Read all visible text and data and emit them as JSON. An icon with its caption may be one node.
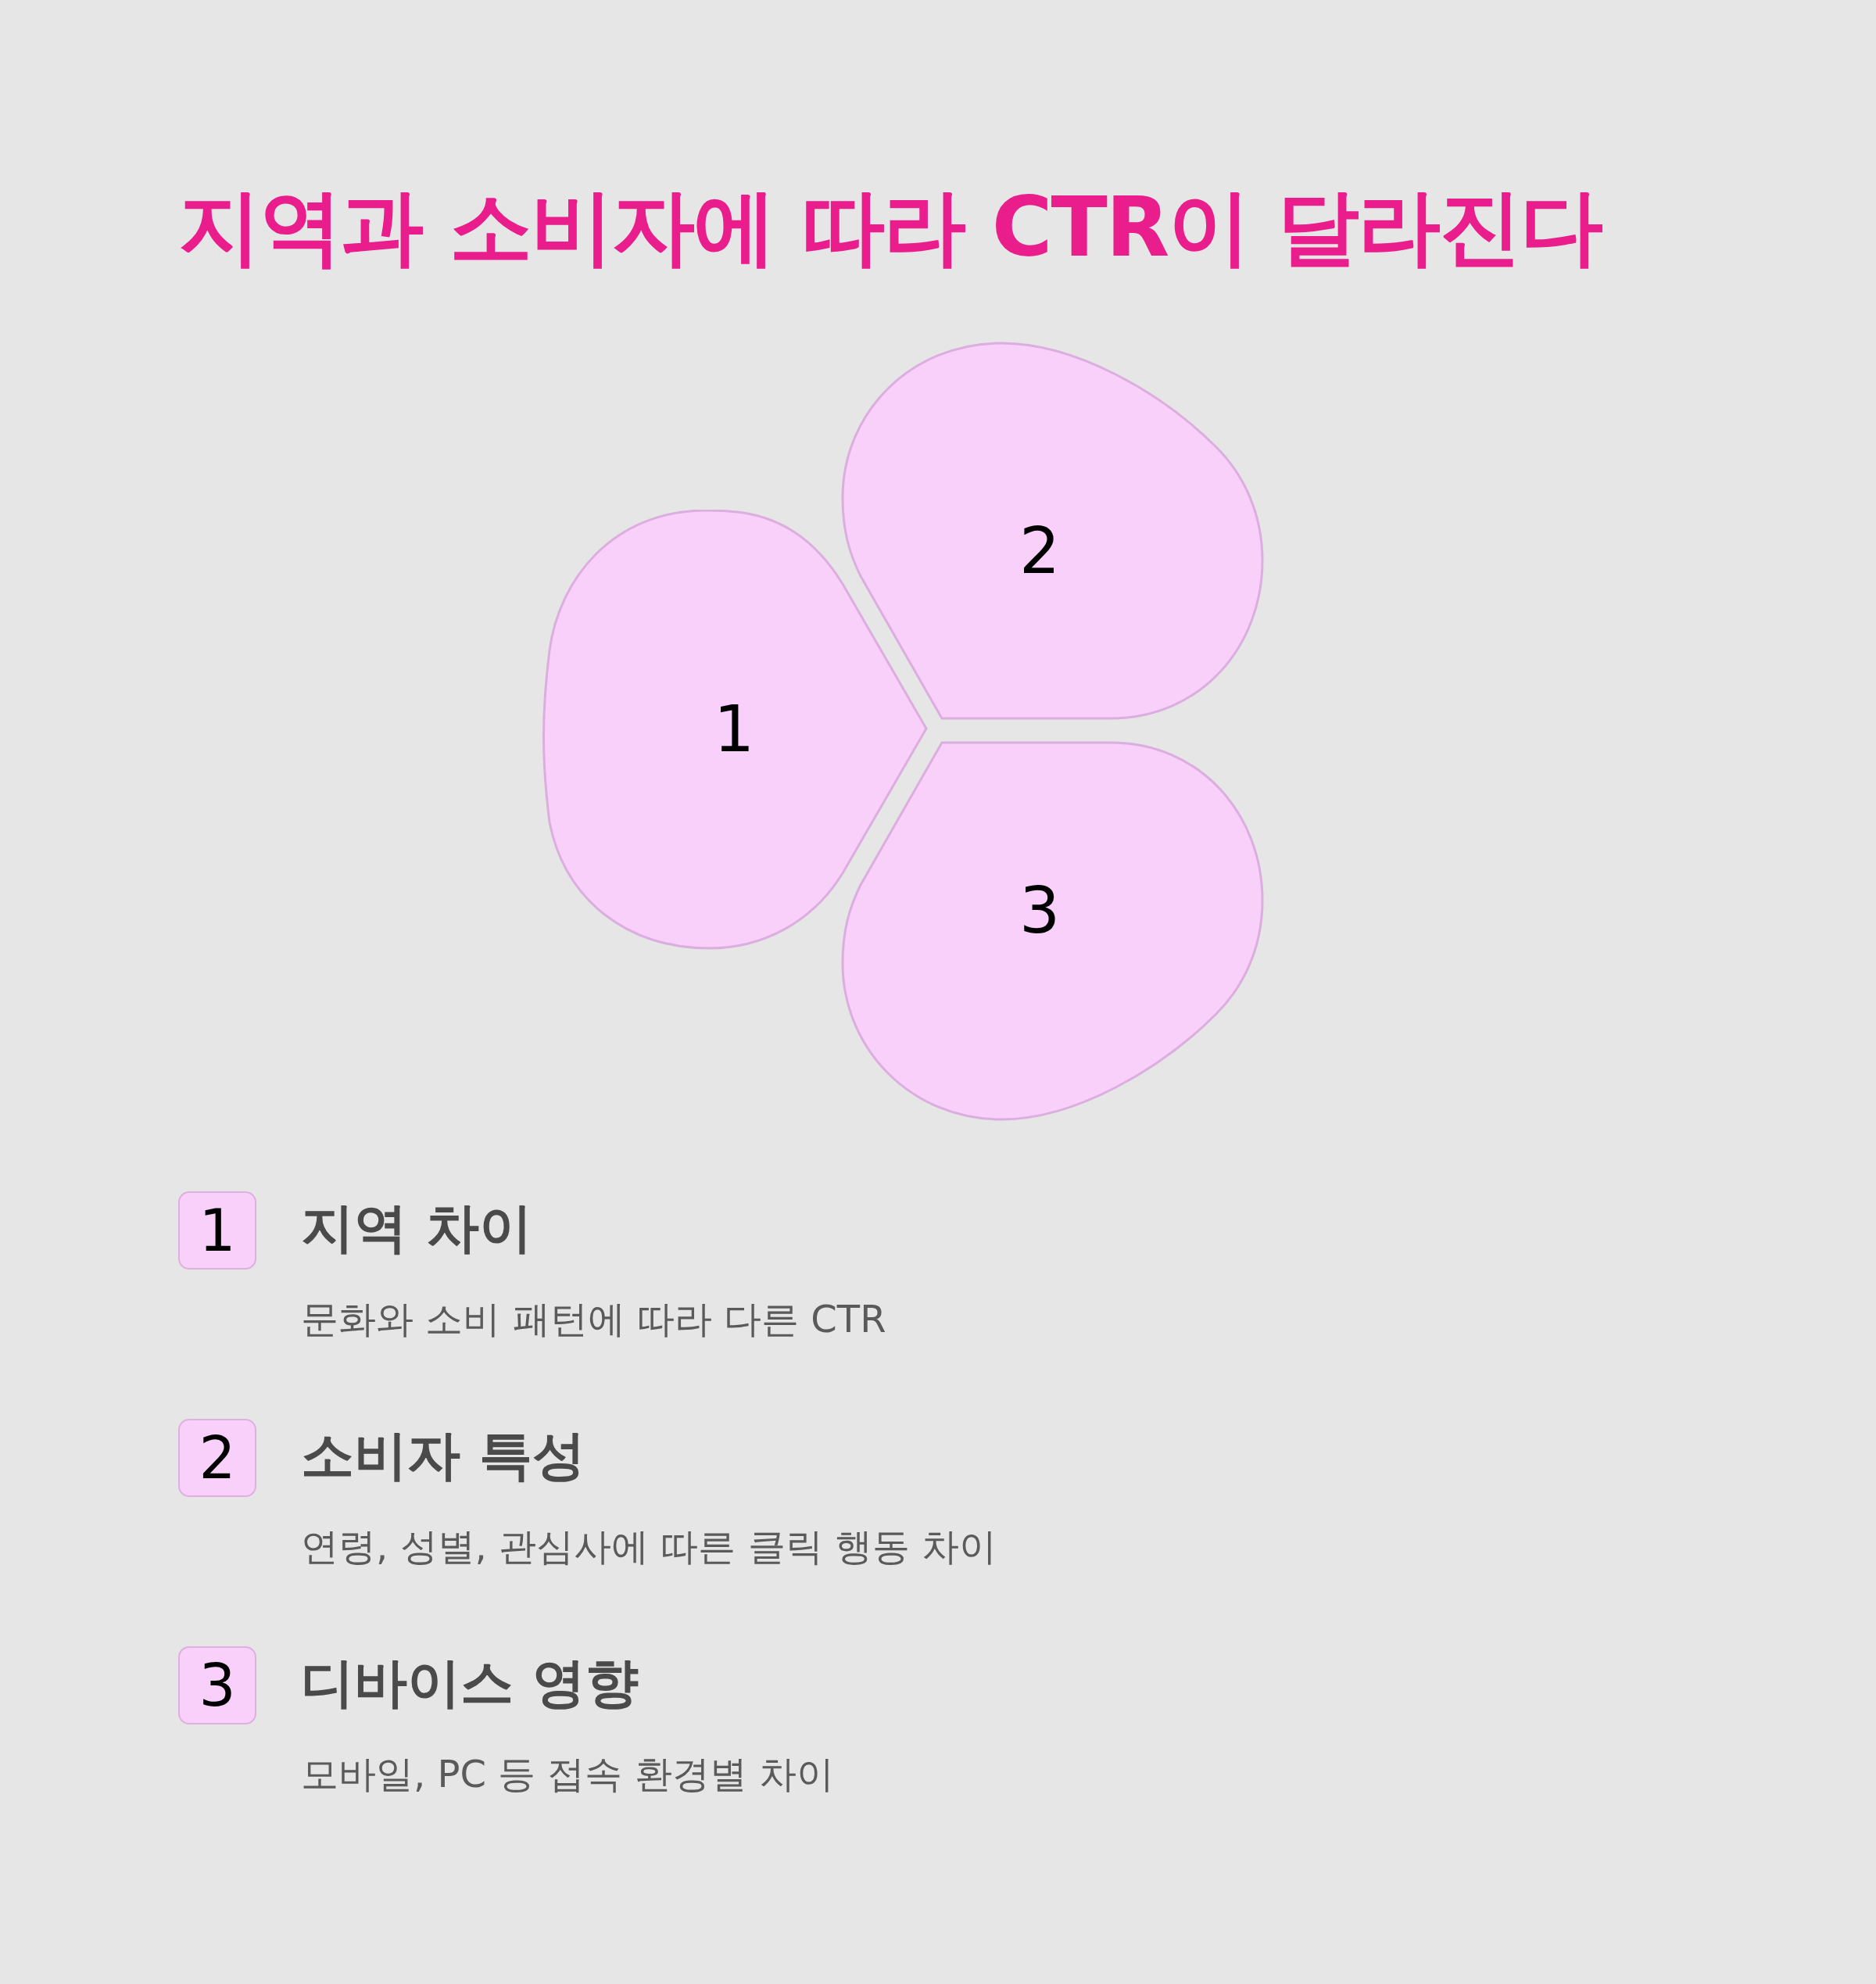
{
  "diagram": {
    "title": "지역과 소비자에 따라 CTR이 달라진다",
    "nodes": [
      {
        "text": [
          "1"
        ]
      },
      {
        "text": [
          "2"
        ]
      },
      {
        "text": [
          "3"
        ]
      },
      {
        "text": [
          "1"
        ],
        "beside": [
          "지역 차이",
          "문화와 소비 패턴에 따라 다른 CTR"
        ]
      },
      {
        "text": [
          "2"
        ],
        "beside": [
          "소비자 특성",
          "연령, 성별, 관심사에 따른 클릭 행동 차이"
        ]
      },
      {
        "text": [
          "3"
        ],
        "beside": [
          "디바이스 영향",
          "모바일, PC 등 접속 환경별 차이"
        ]
      }
    ],
    "edges": []
  }
}
